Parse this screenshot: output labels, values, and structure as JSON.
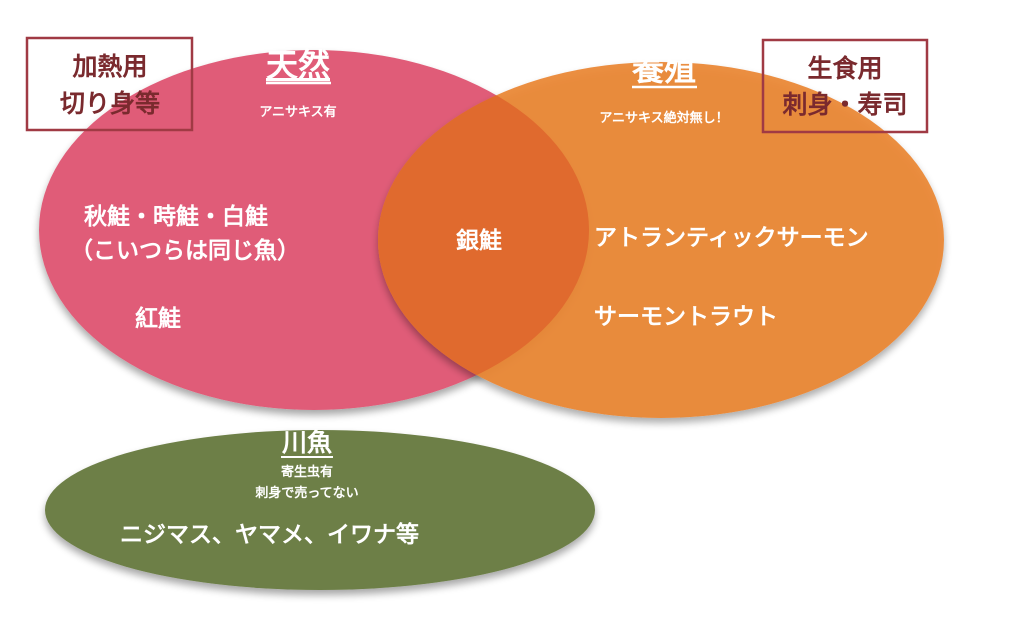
{
  "colors": {
    "wild": "#e05c78",
    "farmed": "#ea8634",
    "overlap": "#e06a2e",
    "river": "#6d7f47",
    "box_border": "#a03a44",
    "box_text": "#7a2a2e",
    "text": "#ffffff"
  },
  "boxes": {
    "left": {
      "line1": "加熱用",
      "line2": "切り身等"
    },
    "right": {
      "line1": "生食用",
      "line2": "刺身・寿司"
    }
  },
  "wild": {
    "title": "天然",
    "subtitle": "アニサキス有",
    "item1": "秋鮭・時鮭・白鮭",
    "item2": "（こいつらは同じ魚）",
    "item3": "紅鮭"
  },
  "farmed": {
    "title": "養殖",
    "subtitle": "アニサキス絶対無し！",
    "item1": "アトランティックサーモン",
    "item2": "サーモントラウト"
  },
  "overlap": {
    "item": "銀鮭"
  },
  "river": {
    "title": "川魚",
    "line1": "寄生虫有",
    "line2": "刺身で売ってない",
    "items": "ニジマス、ヤマメ、イワナ等"
  }
}
